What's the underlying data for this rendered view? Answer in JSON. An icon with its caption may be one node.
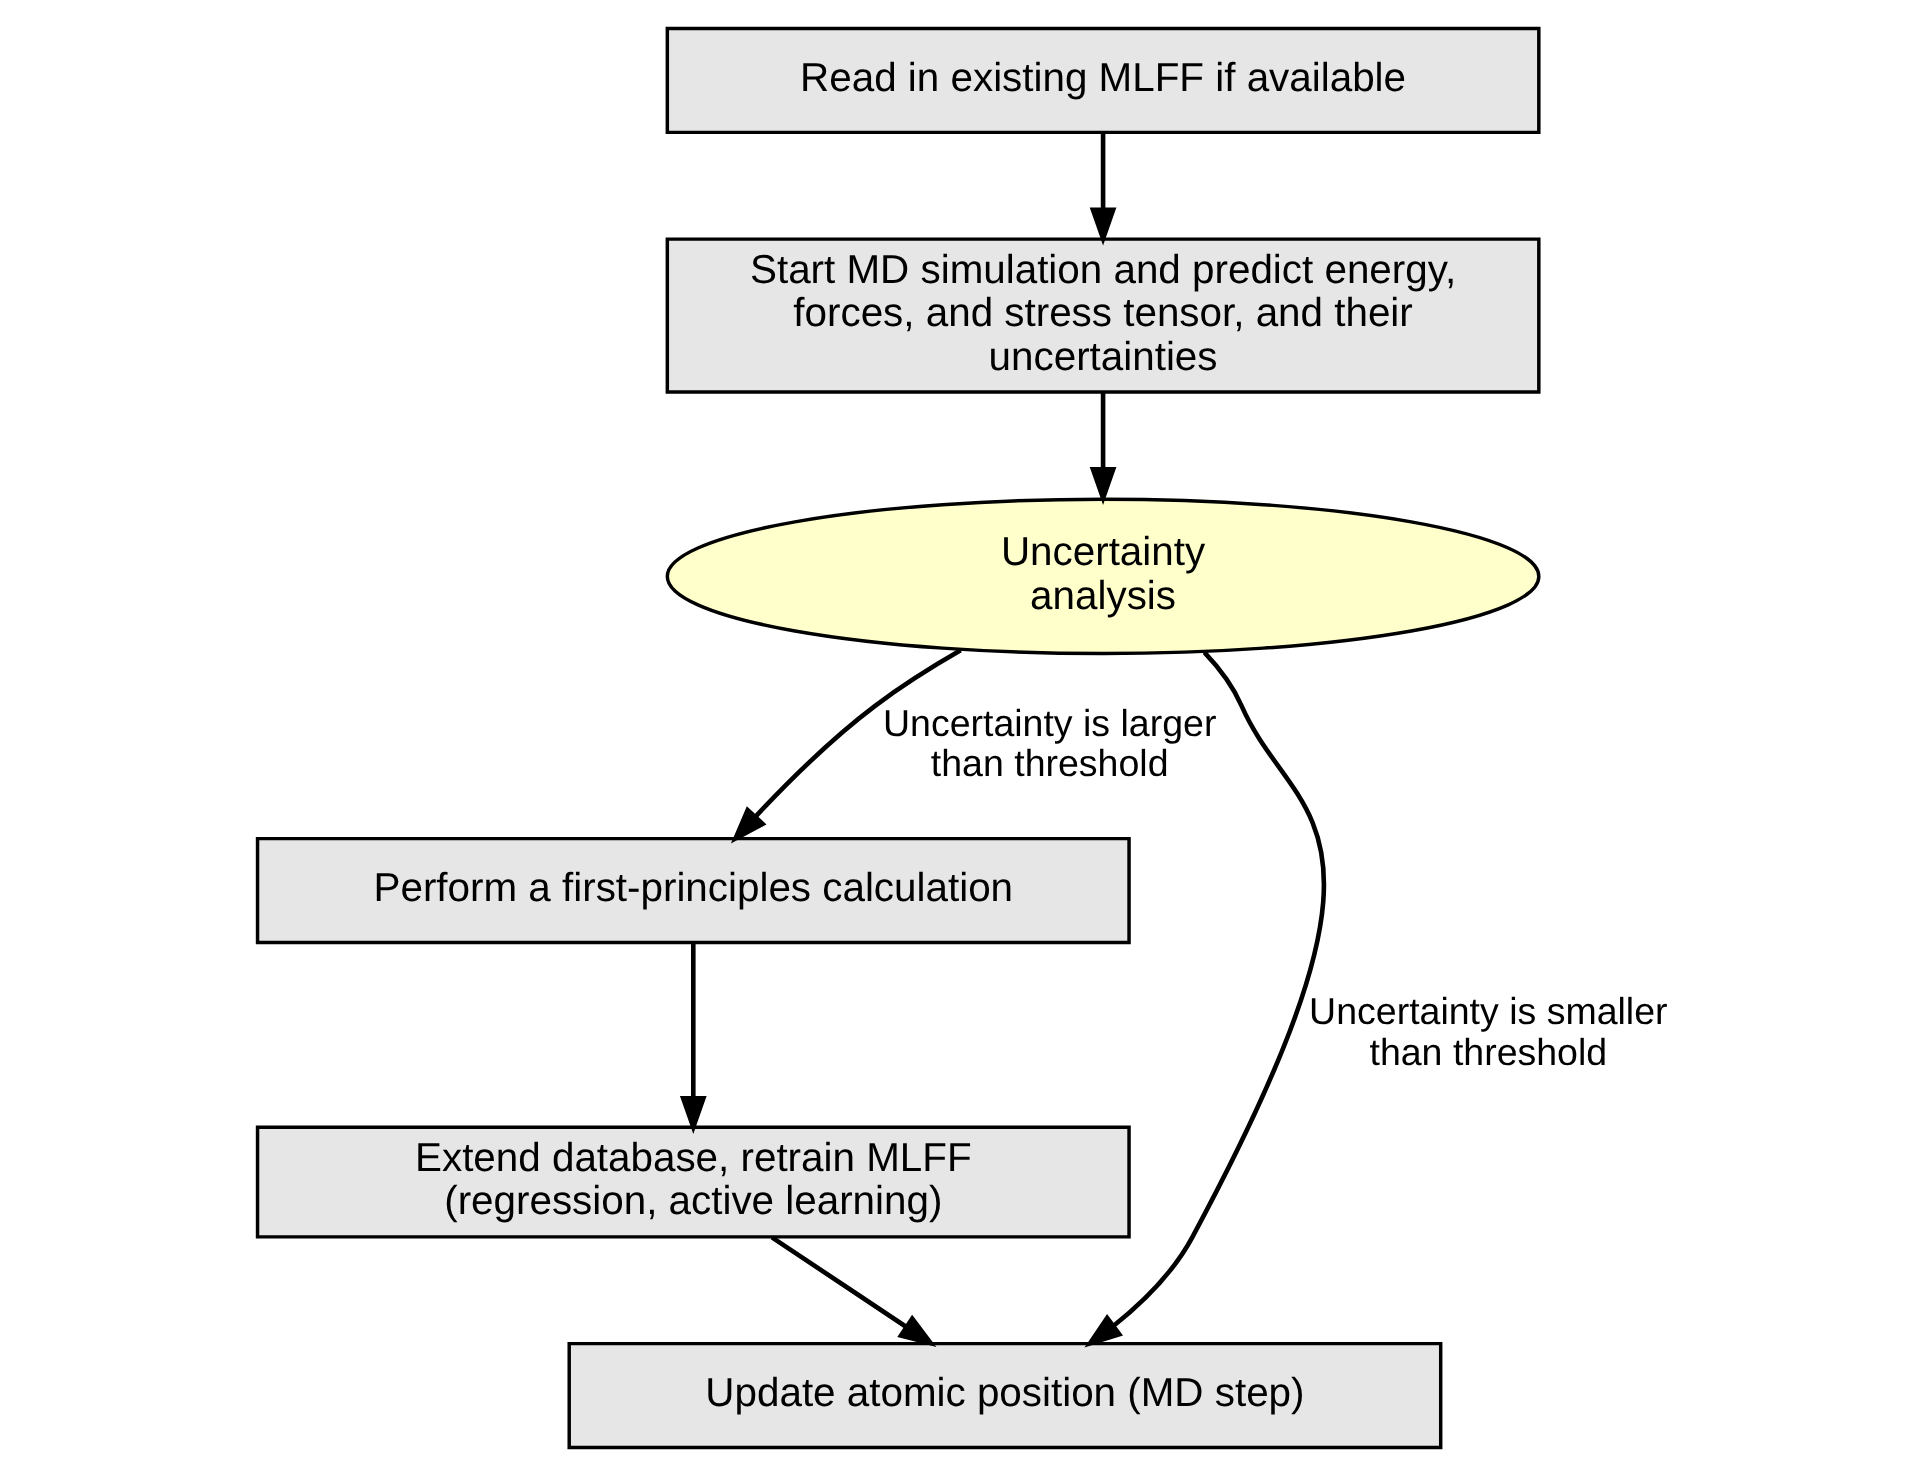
{
  "diagram": {
    "nodes": [
      {
        "text": [
          "Read in existing MLFF if available"
        ]
      },
      {
        "text": [
          "Start MD simulation and predict energy, forces, and stress tensor, and their uncertainties"
        ]
      },
      {
        "text": [
          "Uncertainty analysis"
        ]
      },
      {
        "text": [
          "Perform a first-principles calculation"
        ]
      },
      {
        "text": [
          "Extend database, retrain MLFF (regression, active learning)"
        ]
      },
      {
        "text": [
          "Update atomic position (MD step)"
        ]
      }
    ],
    "edges": [
      {
        "from": 0,
        "to": 1,
        "arrow": "to"
      },
      {
        "from": 1,
        "to": 2,
        "arrow": "to"
      },
      {
        "from": 2,
        "to": 3,
        "arrow": "to",
        "label": "Uncertainty is larger than threshold"
      },
      {
        "from": 3,
        "to": 4,
        "arrow": "to"
      },
      {
        "from": 4,
        "to": 5,
        "arrow": "to"
      },
      {
        "from": 2,
        "to": 5,
        "arrow": "to",
        "label": "Uncertainty is smaller than threshold"
      }
    ]
  }
}
